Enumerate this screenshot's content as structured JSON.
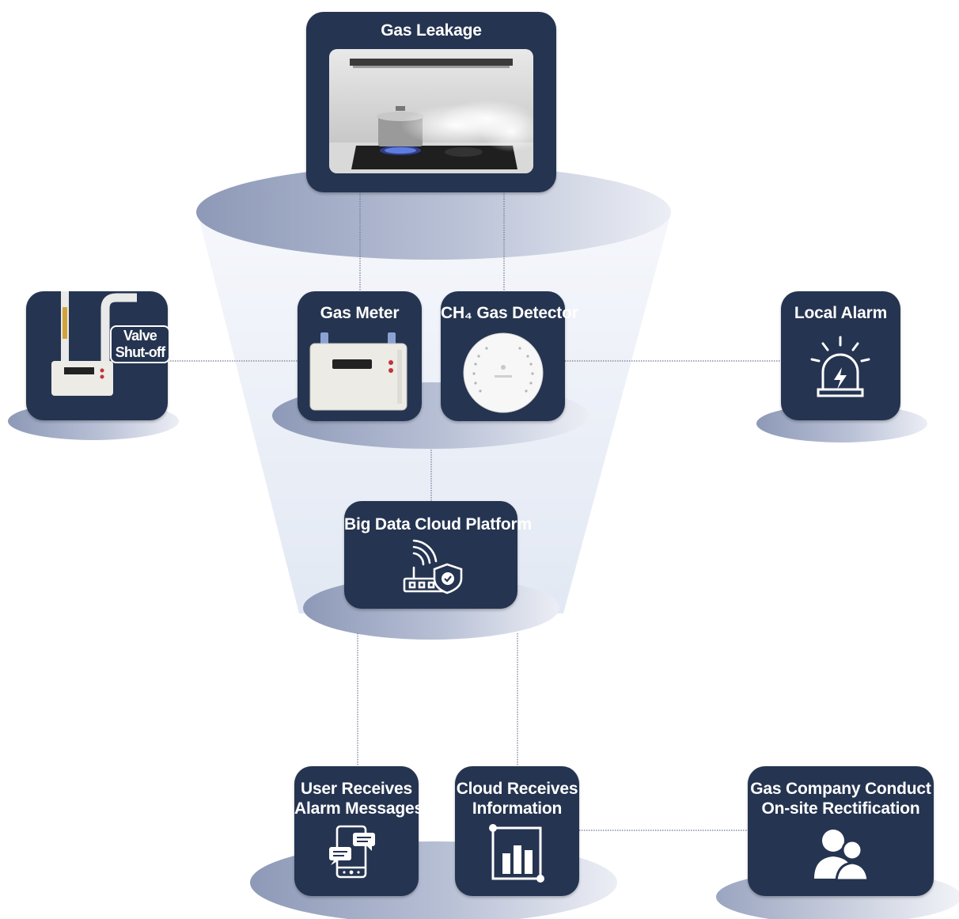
{
  "nodes": {
    "gas_leakage": {
      "title": "Gas Leakage"
    },
    "gas_meter": {
      "title": "Gas Meter"
    },
    "ch4_detector": {
      "title": "CH₄ Gas Detector"
    },
    "valve": {
      "callout_line1": "Valve",
      "callout_line2": "Shut-off"
    },
    "local_alarm": {
      "title": "Local Alarm"
    },
    "cloud_platform": {
      "title": "Big Data Cloud Platform"
    },
    "user_receives": {
      "line1": "User Receives",
      "line2": "Alarm Messages"
    },
    "cloud_receives": {
      "line1": "Cloud Receives",
      "line2": "Information"
    },
    "gas_company": {
      "line1": "Gas Company Conduct",
      "line2": "On-site Rectification"
    }
  },
  "colors": {
    "card": "#253450",
    "platform_light": "#eef0f6",
    "platform_dark": "#8e9ab8",
    "connector": "#7a8296"
  },
  "icons": {
    "kitchen": "gas-stove-photo",
    "meter": "gas-meter-device",
    "detector": "ch4-detector-device",
    "valve": "valve-meter-device",
    "alarm": "alarm-siren-icon",
    "cloud": "router-shield-icon",
    "phone": "phone-chat-icon",
    "chart": "bar-chart-icon",
    "people": "people-icon"
  }
}
